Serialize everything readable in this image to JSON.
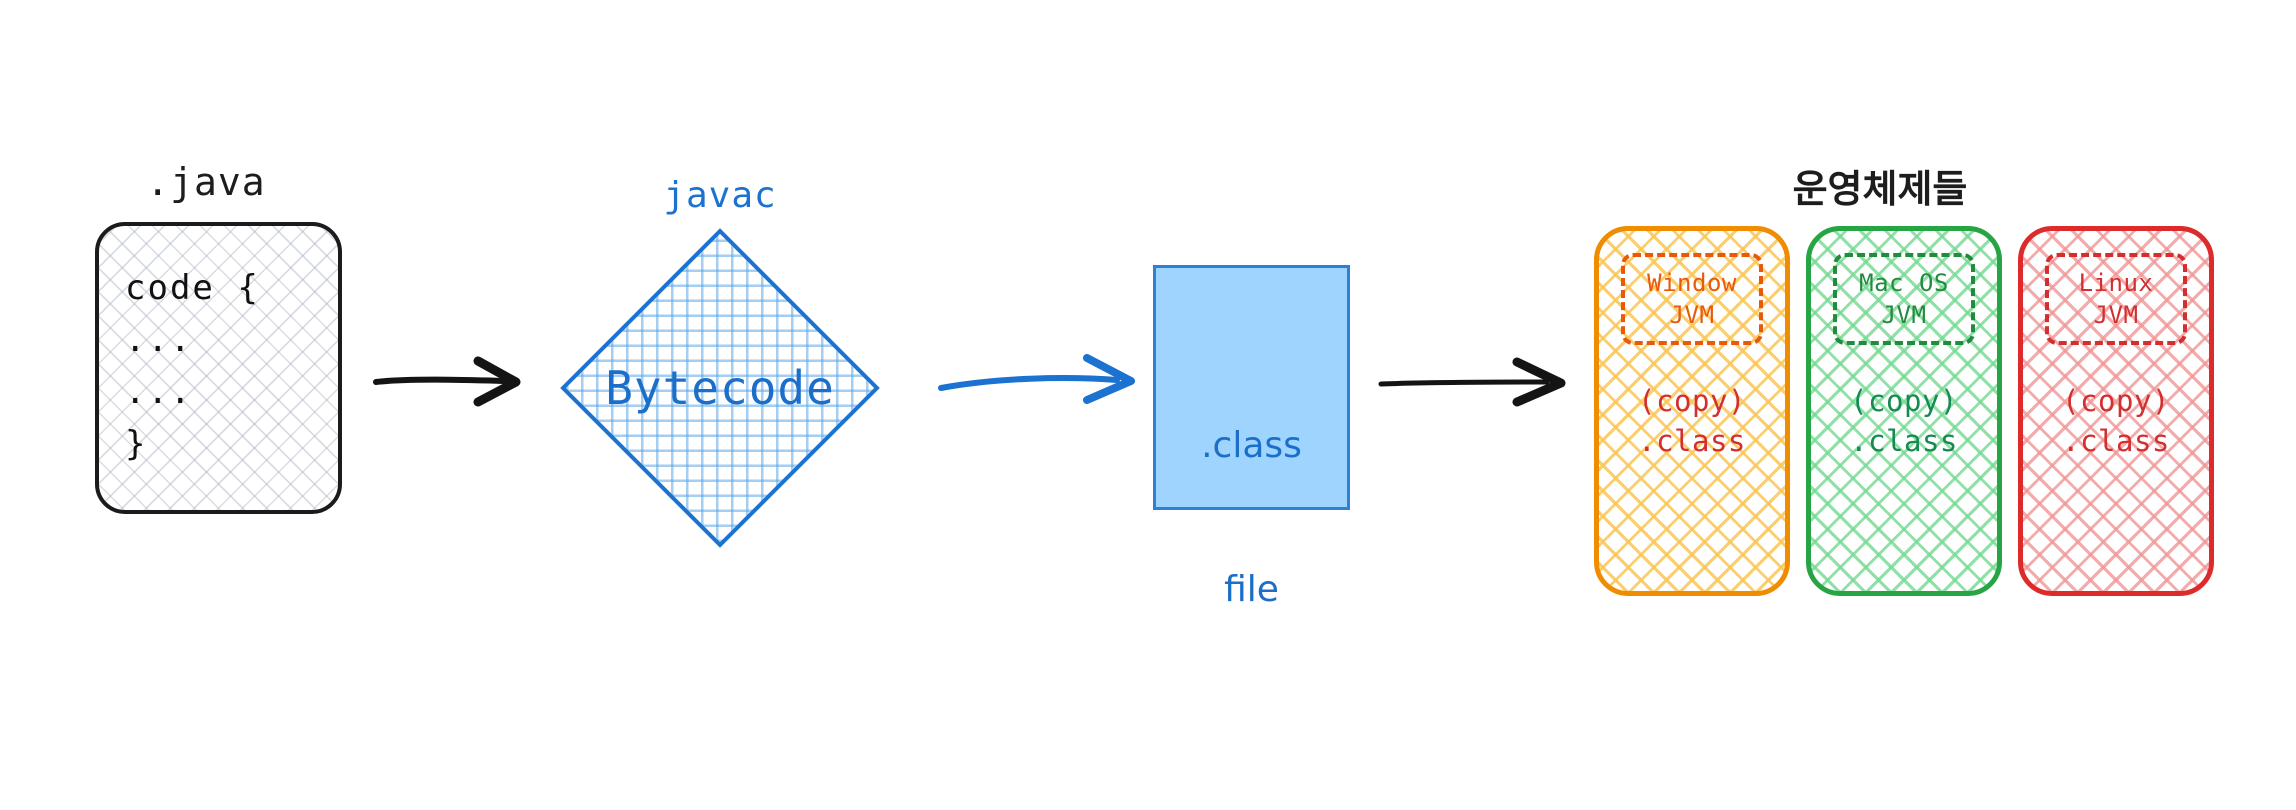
{
  "diagram": {
    "source": {
      "title": ".java",
      "code_lines": [
        "code {",
        "...",
        "...",
        "}"
      ]
    },
    "compiler": {
      "tool_label": "javac",
      "shape_label": "Bytecode"
    },
    "output": {
      "line1": ".class",
      "line2": "file"
    },
    "os_section": {
      "title": "운영체제들",
      "platforms": [
        {
          "jvm_line1": "Window",
          "jvm_line2": "JVM",
          "copy_line1": "(copy)",
          "copy_line2": ".class",
          "border_color": "#F08C00",
          "hatch_color": "#FAC656",
          "jvm_text_color": "#E8590C",
          "copy_text_color": "#D32F2F"
        },
        {
          "jvm_line1": "Mac OS",
          "jvm_line2": "JVM",
          "copy_line1": "(copy)",
          "copy_line2": ".class",
          "border_color": "#27A544",
          "hatch_color": "#74D992",
          "jvm_text_color": "#238B3E",
          "copy_text_color": "#178A52"
        },
        {
          "jvm_line1": "Linux",
          "jvm_line2": "JVM",
          "copy_line1": "(copy)",
          "copy_line2": ".class",
          "border_color": "#DD2B2B",
          "hatch_color": "#F09696",
          "jvm_text_color": "#D32F2F",
          "copy_text_color": "#D32F2F"
        }
      ]
    },
    "arrows": [
      {
        "name": "arrow-source-to-javac",
        "color": "#141414"
      },
      {
        "name": "arrow-javac-to-classfile",
        "color": "#1b72d0"
      },
      {
        "name": "arrow-classfile-to-os",
        "color": "#141414"
      }
    ],
    "colors": {
      "blue_accent": "#1b72d0",
      "classfile_fill": "#9FD4FF",
      "ink_black": "#1b1b1b"
    }
  }
}
